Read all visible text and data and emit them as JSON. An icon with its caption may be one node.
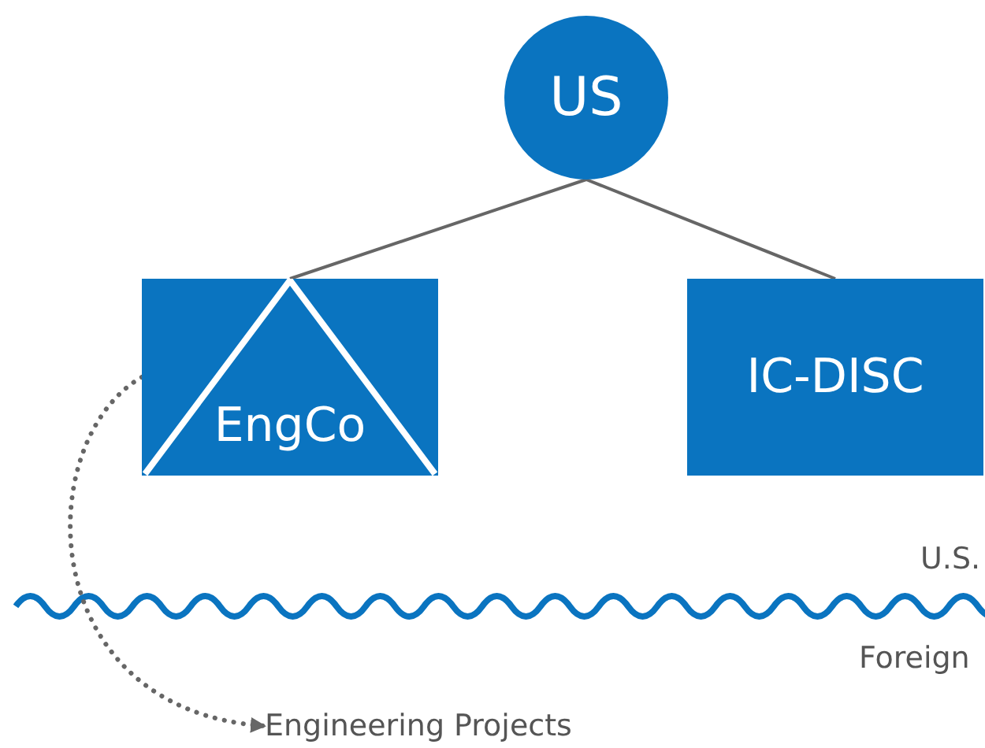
{
  "diagram": {
    "nodes": [
      {
        "text": [
          "US"
        ]
      },
      {
        "text": [
          "EngCo"
        ]
      },
      {
        "text": [
          "IC-DISC"
        ]
      },
      {
        "text": [
          "Engineering Projects"
        ]
      }
    ],
    "edges": [
      {
        "from": 0,
        "to": 1,
        "arrow": "none"
      },
      {
        "from": 0,
        "to": 2,
        "arrow": "none"
      },
      {
        "from": 1,
        "to": 3,
        "arrow": "to",
        "style": "dashed"
      }
    ],
    "labels": [
      "U.S.",
      "Foreign"
    ]
  }
}
